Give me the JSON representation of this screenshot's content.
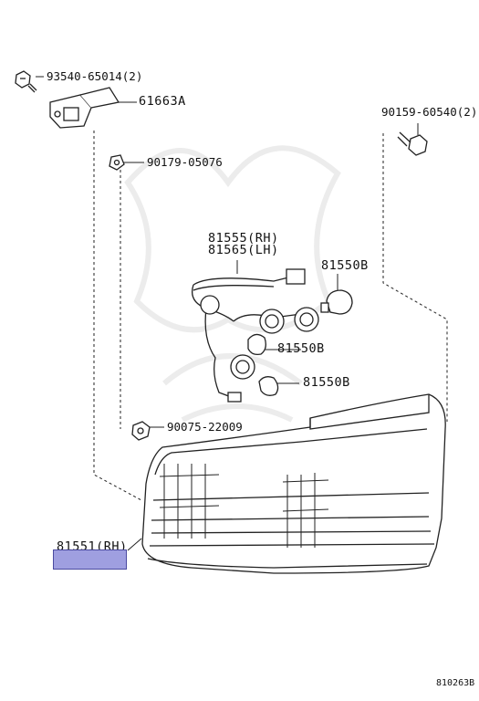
{
  "parts": {
    "screw_left": "93540-65014(2)",
    "socket": "61663A",
    "screw_right": "90159-60540(2)",
    "clip_upper": "90179-05076",
    "harness_rh": "81555(RH)",
    "harness_lh": "81565(LH)",
    "bulb_top": "81550B",
    "bulb_mid": "81550B",
    "bulb_low": "81550B",
    "nut_lower": "90075-22009",
    "lamp_assy": "81551(RH)"
  },
  "diagram_id": "810263B",
  "colors": {
    "highlight": "#9f9fe0",
    "line": "#111111"
  }
}
